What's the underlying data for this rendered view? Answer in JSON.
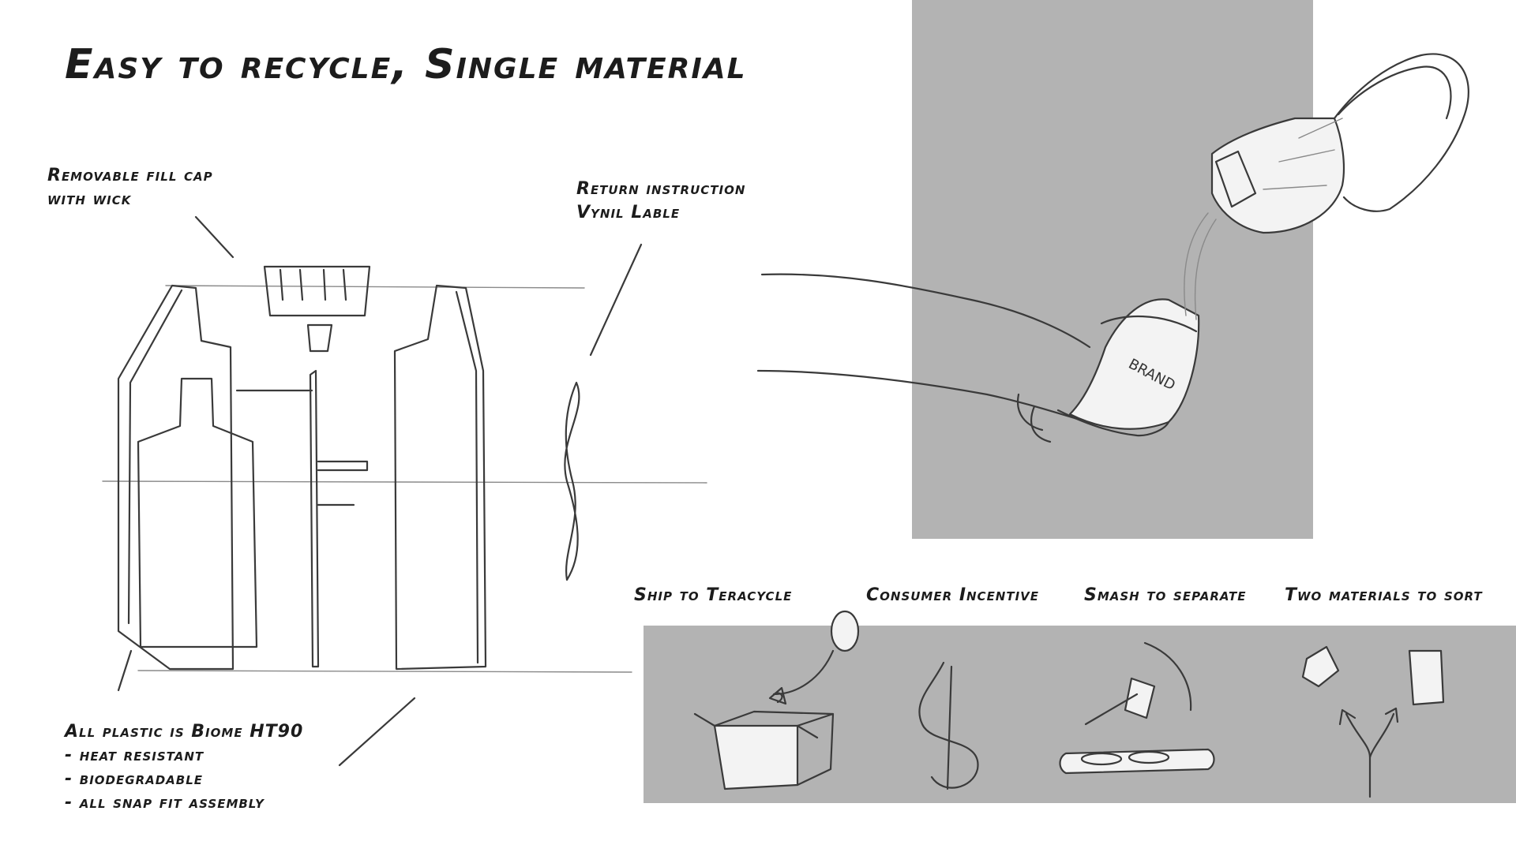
{
  "title": "Easy to recycle, Single material",
  "annotations": {
    "fill_cap": [
      "Removable fill cap",
      "with wick"
    ],
    "return_label": [
      "Return instruction",
      "Vynil Lable"
    ],
    "material": [
      "All plastic is Biome HT90",
      "- heat resistant",
      "- biodegradable",
      "- all snap fit assembly"
    ]
  },
  "bottle_brand": "BRAND",
  "steps": [
    {
      "label": "Ship to Teracycle",
      "icon": "box-arrow-icon"
    },
    {
      "label": "Consumer Incentive",
      "icon": "dollar-icon"
    },
    {
      "label": "Smash to separate",
      "icon": "hammer-icon"
    },
    {
      "label": "Two materials to sort",
      "icon": "split-arrow-icon"
    }
  ],
  "colors": {
    "panel_gray": "#b3b3b3",
    "ink": "#1c1c1c",
    "pencil": "#3a3a3a"
  }
}
